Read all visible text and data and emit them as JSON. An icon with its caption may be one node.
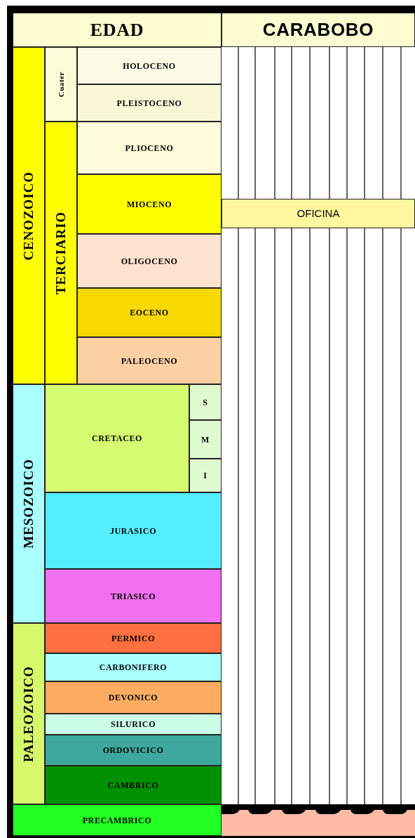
{
  "diagram": {
    "nodes": [
      {
        "text": [
          "EDAD"
        ]
      },
      {
        "text": [
          "CARABOBO"
        ]
      },
      {
        "text": [
          "CENOZOICO"
        ]
      },
      {
        "text": [
          "Cuater"
        ]
      },
      {
        "text": [
          "HOLOCENO"
        ]
      },
      {
        "text": [
          "PLEISTOCENO"
        ]
      },
      {
        "text": [
          "TERCIARIO"
        ]
      },
      {
        "text": [
          "PLIOCENO"
        ]
      },
      {
        "text": [
          "MIOCENO"
        ]
      },
      {
        "text": [
          "OLIGOCENO"
        ]
      },
      {
        "text": [
          "EOCENO"
        ]
      },
      {
        "text": [
          "PALEOCENO"
        ]
      },
      {
        "text": [
          "MESOZOICO"
        ]
      },
      {
        "text": [
          "CRETACEO"
        ]
      },
      {
        "text": [
          "S"
        ]
      },
      {
        "text": [
          "M"
        ]
      },
      {
        "text": [
          "I"
        ]
      },
      {
        "text": [
          "JURASICO"
        ]
      },
      {
        "text": [
          "TRIASICO"
        ]
      },
      {
        "text": [
          "PALEOZOICO"
        ]
      },
      {
        "text": [
          "PERMICO"
        ]
      },
      {
        "text": [
          "CARBONIFERO"
        ]
      },
      {
        "text": [
          "DEVONICO"
        ]
      },
      {
        "text": [
          "SILURICO"
        ]
      },
      {
        "text": [
          "ORDOVICICO"
        ]
      },
      {
        "text": [
          "CAMBRICO"
        ]
      },
      {
        "text": [
          "PRECAMBRICO"
        ]
      },
      {
        "text": [
          "OFICINA"
        ]
      }
    ]
  }
}
